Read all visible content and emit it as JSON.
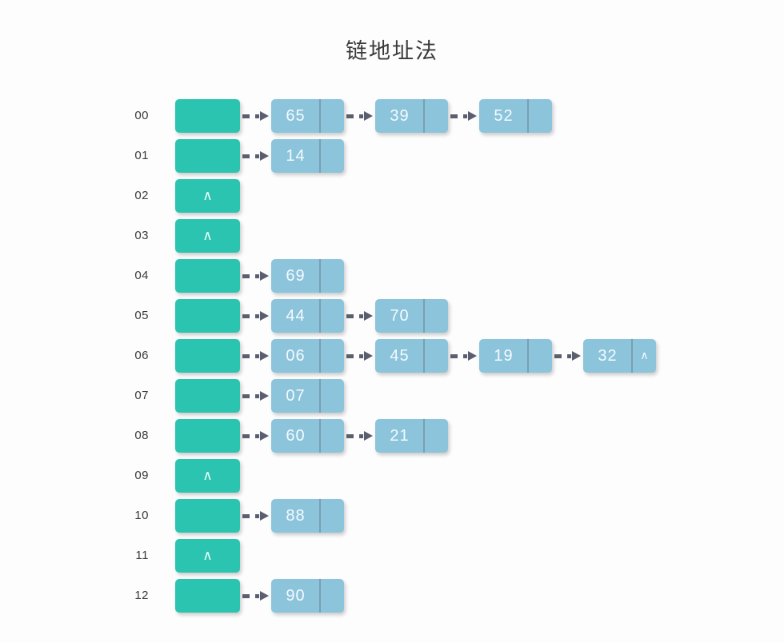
{
  "title": "链地址法",
  "colors": {
    "bucket": "#2bc4b0",
    "node": "#8cc4dc",
    "arrow": "#5a5f6e",
    "background": "#fdfdfd",
    "index_text": "#3b3b3b",
    "node_text": "#f4fafd"
  },
  "legend": {
    "null_symbol": "∧"
  },
  "buckets": [
    {
      "index": "00",
      "empty": false,
      "nodes": [
        {
          "value": "65",
          "next": ""
        },
        {
          "value": "39",
          "next": ""
        },
        {
          "value": "52",
          "next": ""
        }
      ]
    },
    {
      "index": "01",
      "empty": false,
      "nodes": [
        {
          "value": "14",
          "next": ""
        }
      ]
    },
    {
      "index": "02",
      "empty": true,
      "null_symbol": "∧",
      "nodes": []
    },
    {
      "index": "03",
      "empty": true,
      "null_symbol": "∧",
      "nodes": []
    },
    {
      "index": "04",
      "empty": false,
      "nodes": [
        {
          "value": "69",
          "next": ""
        }
      ]
    },
    {
      "index": "05",
      "empty": false,
      "nodes": [
        {
          "value": "44",
          "next": ""
        },
        {
          "value": "70",
          "next": ""
        }
      ]
    },
    {
      "index": "06",
      "empty": false,
      "nodes": [
        {
          "value": "06",
          "next": ""
        },
        {
          "value": "45",
          "next": ""
        },
        {
          "value": "19",
          "next": ""
        },
        {
          "value": "32",
          "next": "∧"
        }
      ]
    },
    {
      "index": "07",
      "empty": false,
      "nodes": [
        {
          "value": "07",
          "next": ""
        }
      ]
    },
    {
      "index": "08",
      "empty": false,
      "nodes": [
        {
          "value": "60",
          "next": ""
        },
        {
          "value": "21",
          "next": ""
        }
      ]
    },
    {
      "index": "09",
      "empty": true,
      "null_symbol": "∧",
      "nodes": []
    },
    {
      "index": "10",
      "empty": false,
      "nodes": [
        {
          "value": "88",
          "next": ""
        }
      ]
    },
    {
      "index": "11",
      "empty": true,
      "null_symbol": "∧",
      "nodes": []
    },
    {
      "index": "12",
      "empty": false,
      "nodes": [
        {
          "value": "90",
          "next": ""
        }
      ]
    }
  ]
}
